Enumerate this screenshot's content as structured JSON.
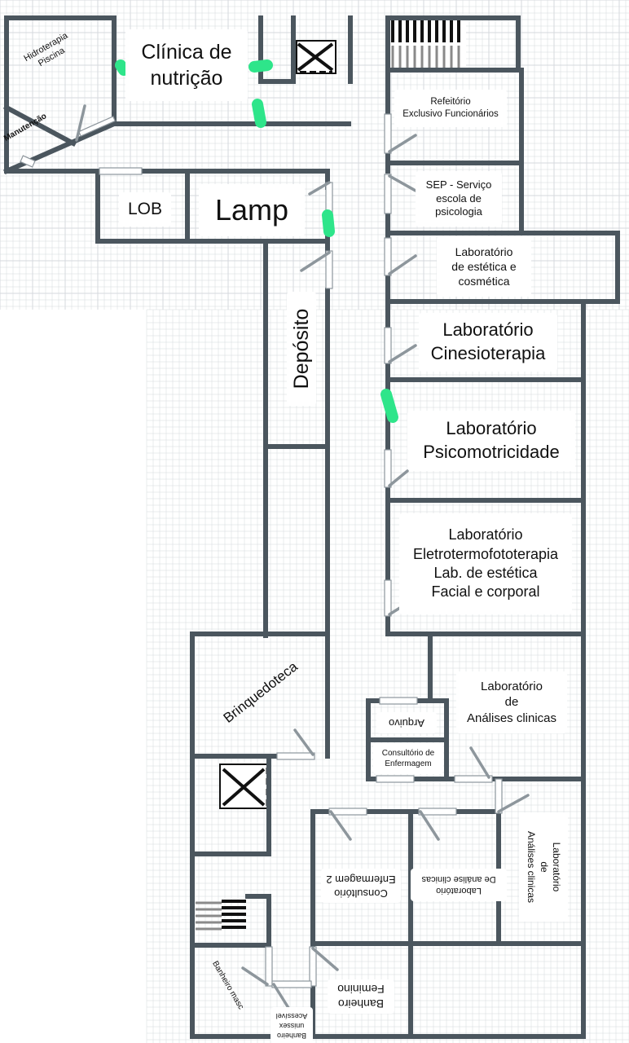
{
  "colors": {
    "wall": "#4b565e",
    "grid": "#d5d9dd",
    "marker": "#2ee58a"
  },
  "rooms": {
    "hidroterapia": [
      "Hidroterapia",
      "Piscina"
    ],
    "manutencao": [
      "Manutenção"
    ],
    "clinica_nutricao": [
      "Clínica de",
      "nutrição"
    ],
    "lob": [
      "LOB"
    ],
    "lamp": [
      "Lamp"
    ],
    "refeitorio": [
      "Refeitório",
      "Exclusivo Funcionários"
    ],
    "sep": [
      "SEP - Serviço",
      "escola de",
      "psicologia"
    ],
    "lab_estetica_cosmetica": [
      "Laboratório",
      "de estética e",
      "cosmética"
    ],
    "deposito": [
      "Depósito"
    ],
    "lab_cinesioterapia": [
      "Laboratório",
      "Cinesioterapia"
    ],
    "lab_psicomotricidade": [
      "Laboratório",
      "Psicomotricidade"
    ],
    "lab_eletrotermo": [
      "Laboratório",
      "Eletrotermofototerapia",
      "Lab. de estética",
      "Facial e corporal"
    ],
    "brinquedoteca": [
      "Brinquedoteca"
    ],
    "lab_analises_1": [
      "Laboratório",
      "de",
      "Análises clinicas"
    ],
    "arquivo": [
      "Arquivo"
    ],
    "consultorio_enfermagem": [
      "Consultório de",
      "Enfermagem"
    ],
    "consultorio_enfermagem_2": [
      "Consultório",
      "Enfermagem 2"
    ],
    "lab_analises_2": [
      "Laboratório",
      "De análise clinicas"
    ],
    "lab_analises_3": [
      "Laboratório",
      "de",
      "Análises clinicas"
    ],
    "banheiro_masc": [
      "Banheiro masc"
    ],
    "banheiro_feminino": [
      "Banheiro",
      "Feminino"
    ],
    "banheiro_acessivel": [
      "Banheiro",
      "unissex",
      "Acessível"
    ]
  }
}
